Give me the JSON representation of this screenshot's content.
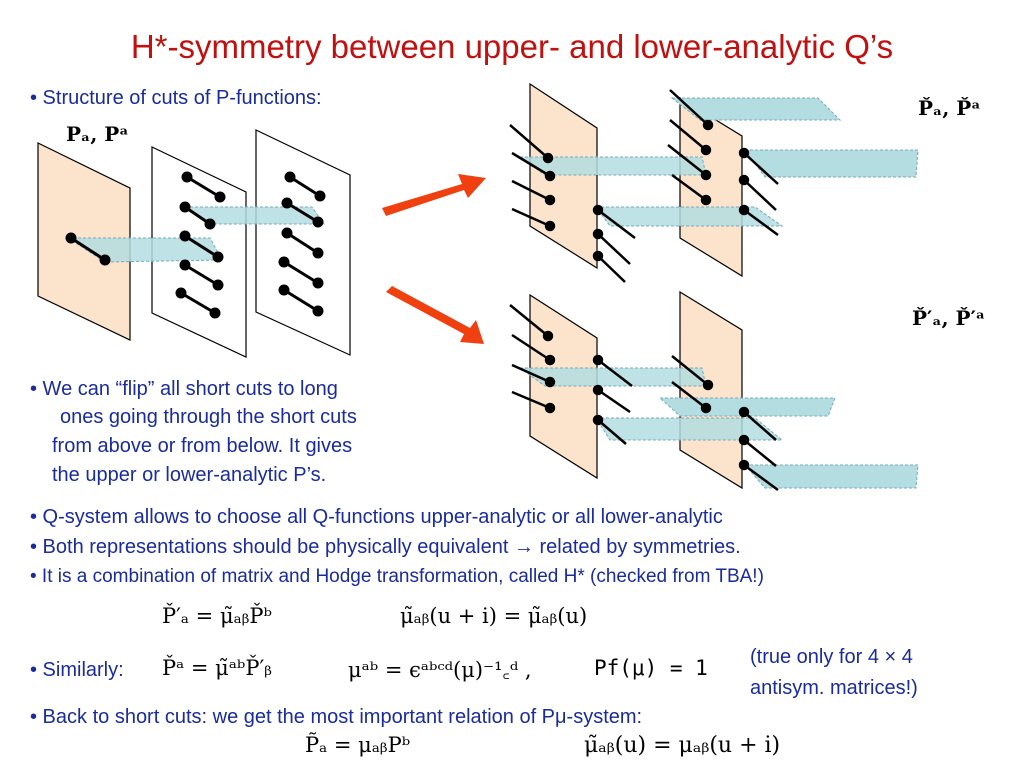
{
  "title": "H*-symmetry between upper- and lower-analytic Q’s",
  "bullets": {
    "structure": "•   Structure of cuts of P-functions:",
    "flip": [
      "•  We can “flip” all short cuts to long",
      "ones going through the short cuts",
      "from above  or from below. It gives",
      "the upper or lower-analytic P’s."
    ],
    "qsystem": "•  Q-system allows to choose all Q-functions upper-analytic or all  lower-analytic",
    "both": "•   Both representations should be physically equivalent → related by symmetries.",
    "combination": "•   It is a combination of matrix and Hodge transformation, called H* (checked from TBA!)",
    "similarly": "•  Similarly:",
    "back": "•  Back to short cuts: we get the most important relation of  Pμ-system:"
  },
  "note": [
    "(true only for 4 × 4",
    "antisym. matrices!)"
  ],
  "labels": {
    "pa": "P",
    "pa_full": "𝐏ₐ, 𝐏ᵃ",
    "pcheck": "P̌ₐ, P̌ᵃ",
    "pcheck_prime": "P̌′ₐ, P̌′ᵃ"
  },
  "formulas": {
    "f1a": "P̌′ₐ = μ̃ₐᵦP̌ᵇ",
    "f1b": "μ̃ₐᵦ(u + i) = μ̃ₐᵦ(u)",
    "f2a": "P̌ᵃ = μ̃ᵃᵇP̌′ᵦ",
    "f2b": "μᵃᵇ = ϵᵃᵇᶜᵈ(μ)⁻¹꜀ᵈ ,",
    "f2c": "Pf(μ) = 1",
    "f3a": "P̃ₐ = μₐᵦPᵇ",
    "f3b": "μ̃ₐᵦ(u) = μₐᵦ(u + i)"
  },
  "colors": {
    "title": "#c0100f",
    "text": "#1a2b9c",
    "cut_plane": "#b3dde0",
    "sheet": "#fbe3cc",
    "arrow": "#f04010"
  }
}
